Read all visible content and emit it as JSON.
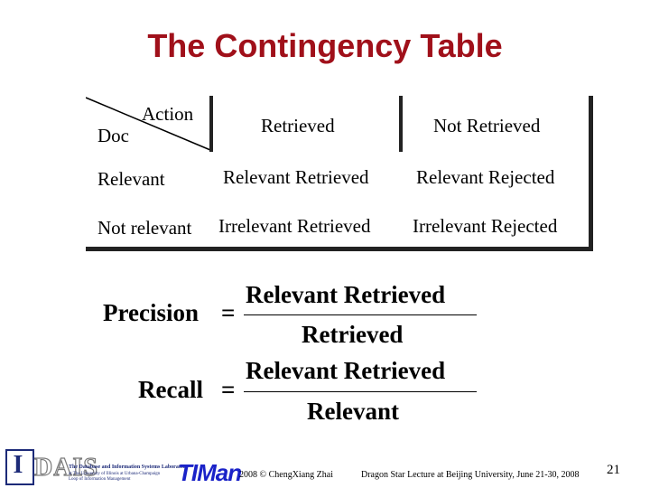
{
  "slide": {
    "title": "The Contingency Table",
    "page_number": "21"
  },
  "table": {
    "corner_top": "Action",
    "corner_bottom": "Doc",
    "col_headers": [
      "Retrieved",
      "Not Retrieved"
    ],
    "rows": [
      {
        "label": "Relevant",
        "cells": [
          "Relevant Retrieved",
          "Relevant Rejected"
        ]
      },
      {
        "label": "Not relevant",
        "cells": [
          "Irrelevant Retrieved",
          "Irrelevant Rejected"
        ]
      }
    ]
  },
  "formulas": {
    "precision": {
      "lhs": "Precision",
      "eq": "=",
      "numerator": "Relevant Retrieved",
      "denominator": "Retrieved"
    },
    "recall": {
      "lhs": "Recall",
      "eq": "=",
      "numerator": "Relevant Retrieved",
      "denominator": "Relevant"
    }
  },
  "footer": {
    "logo_letter": "I",
    "logo_name": "DAIS",
    "lab_lines": [
      "The Database and Information Systems Laboratory",
      "at The University of Illinois at Urbana-Champaign",
      "Loop of Information Management"
    ],
    "timan": "TIMan",
    "copyright": "2008 © ChengXiang Zhai",
    "lecture": "Dragon Star Lecture at Beijing University, June 21-30, 2008"
  }
}
